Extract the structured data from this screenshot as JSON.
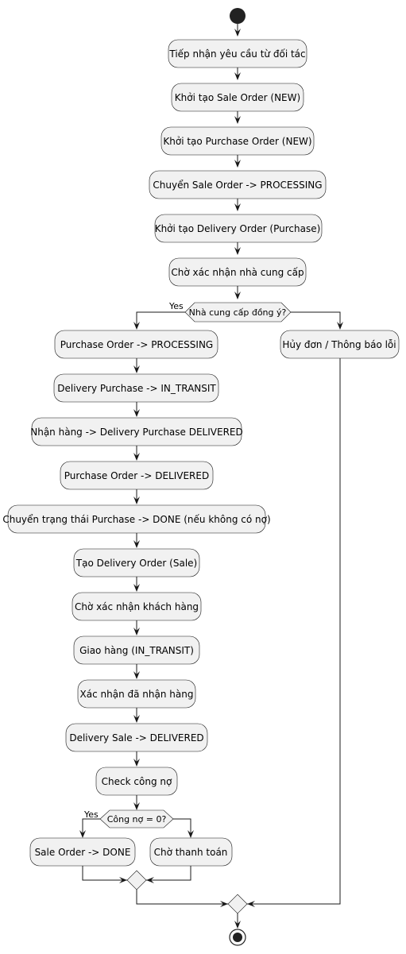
{
  "diagram": {
    "main_steps": [
      "Tiếp nhận yêu cầu từ đối tác",
      "Khởi tạo Sale Order (NEW)",
      "Khởi tạo Purchase Order (NEW)",
      "Chuyển Sale Order -> PROCESSING",
      "Khởi tạo Delivery Order (Purchase)",
      "Chờ xác nhận nhà cung cấp"
    ],
    "decision_supplier": {
      "question": "Nhà cung cấp đồng ý?",
      "yes_label": "Yes",
      "no_step": "Hủy đơn / Thông báo lỗi"
    },
    "yes_steps": [
      "Purchase Order -> PROCESSING",
      "Delivery Purchase -> IN_TRANSIT",
      "Nhận hàng -> Delivery Purchase DELIVERED",
      "Purchase Order -> DELIVERED",
      "Chuyển trạng thái Purchase -> DONE (nếu không có nợ)",
      "Tạo Delivery Order (Sale)",
      "Chờ xác nhận khách hàng",
      "Giao hàng (IN_TRANSIT)",
      "Xác nhận đã nhận hàng",
      "Delivery Sale -> DELIVERED",
      "Check công nợ"
    ],
    "decision_debt": {
      "question": "Công nợ = 0?",
      "yes_label": "Yes",
      "yes_step": "Sale Order -> DONE",
      "no_step": "Chờ thanh toán"
    }
  }
}
